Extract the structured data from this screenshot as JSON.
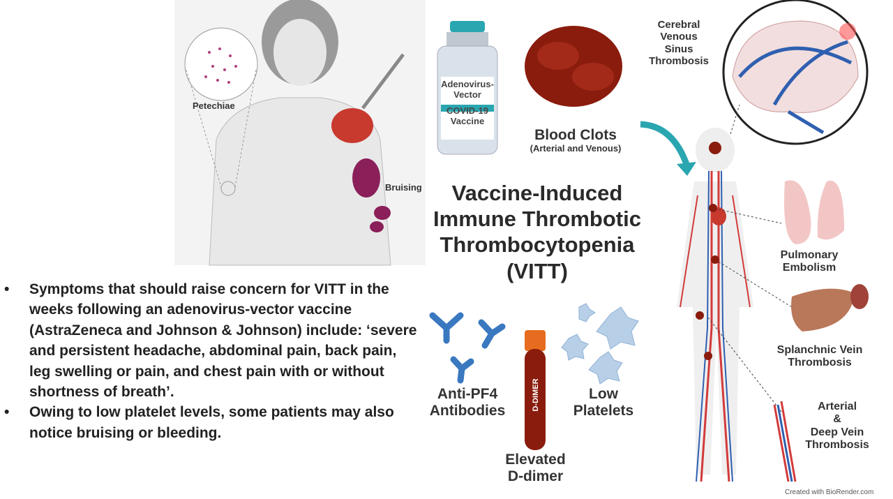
{
  "title": [
    "Vaccine-Induced",
    "Immune Thrombotic",
    "Thrombocytopenia",
    "(VITT)"
  ],
  "labels": {
    "petechiae": "Petechiae",
    "bruising": "Bruising",
    "vial_line1": "Adenovirus-",
    "vial_line2": "Vector",
    "vial_line3": "COVID-19",
    "vial_line4": "Vaccine",
    "blood_clots": "Blood Clots",
    "blood_clots_sub": "(Arterial and Venous)",
    "cvst": [
      "Cerebral",
      "Venous",
      "Sinus",
      "Thrombosis"
    ],
    "pe": [
      "Pulmonary",
      "Embolism"
    ],
    "svt": [
      "Splanchnic Vein",
      "Thrombosis"
    ],
    "dvt": [
      "Arterial",
      "&",
      "Deep Vein",
      "Thrombosis"
    ],
    "antibodies": [
      "Anti-PF4",
      "Antibodies"
    ],
    "platelets": [
      "Low",
      "Platelets"
    ],
    "ddimer": [
      "Elevated",
      "D-dimer"
    ],
    "tube_label": "D-DIMER",
    "credit": "Created with BioRender.com"
  },
  "bullets": [
    "Symptoms that should raise concern for VITT in the weeks following an adenovirus-vector vaccine (AstraZeneca and Johnson & Johnson) include: ‘severe and persistent headache, abdominal pain, back pain, leg swelling or pain, and chest pain with or without shortness of breath’.",
    "Owing to low platelet levels, some patients may also notice bruising or bleeding."
  ],
  "colors": {
    "vessel_blue": "#2f5fb0",
    "vessel_red": "#d23a3a",
    "teal": "#2aa6b0",
    "clot": "#8a1c0e",
    "bruise": "#8a1f5a",
    "platelet": "#b8cfe8",
    "antibody": "#3a78c0"
  }
}
